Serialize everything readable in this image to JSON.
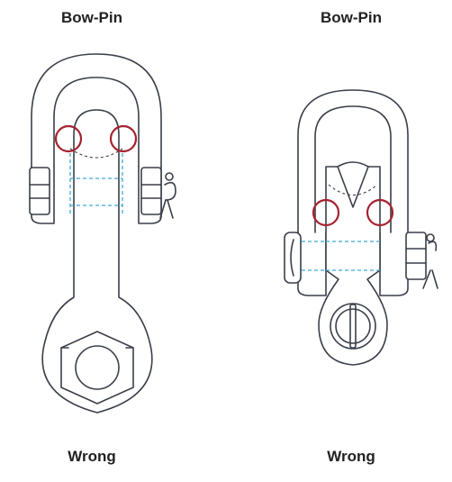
{
  "panels": [
    {
      "top_label": "Bow-Pin",
      "bottom_label": "Wrong"
    },
    {
      "top_label": "Bow-Pin",
      "bottom_label": "Wrong"
    }
  ],
  "colors": {
    "outline": "#3a3f4a",
    "contact_circle": "#a5232f",
    "hidden_line": "#3fa9d6",
    "label": "#222222"
  },
  "icons": [
    "bow-shackle-icon",
    "eye-link-icon",
    "cotter-pin-icon",
    "pin-nut-icon"
  ]
}
